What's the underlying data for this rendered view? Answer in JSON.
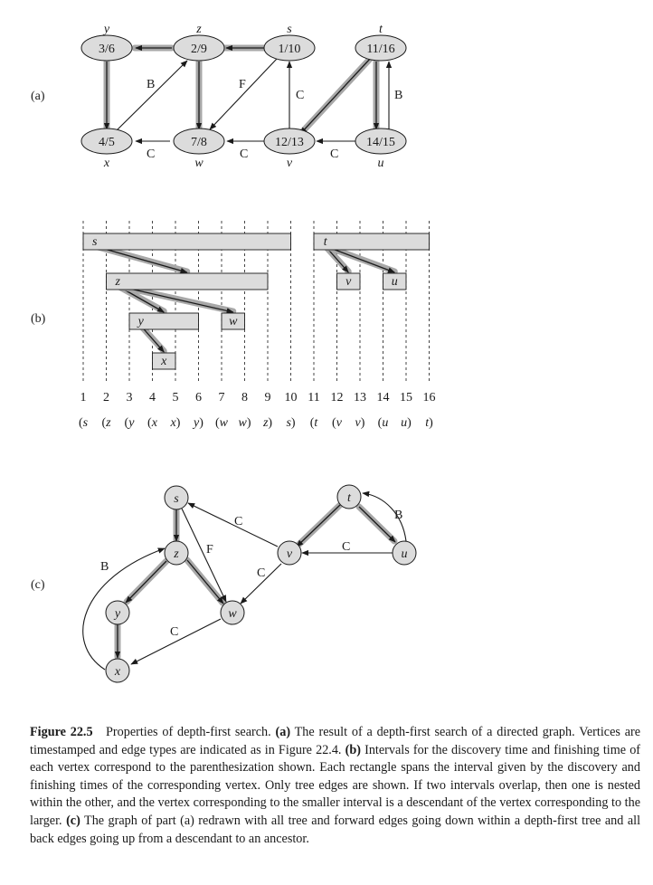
{
  "part_labels": {
    "a": "(a)",
    "b": "(b)",
    "c": "(c)"
  },
  "vertices": {
    "y": {
      "name": "y",
      "time": "3/6"
    },
    "z": {
      "name": "z",
      "time": "2/9"
    },
    "s": {
      "name": "s",
      "time": "1/10"
    },
    "t": {
      "name": "t",
      "time": "11/16"
    },
    "x": {
      "name": "x",
      "time": "4/5"
    },
    "w": {
      "name": "w",
      "time": "7/8"
    },
    "v": {
      "name": "v",
      "time": "12/13"
    },
    "u": {
      "name": "u",
      "time": "14/15"
    }
  },
  "edge_labels": {
    "back": "B",
    "forward": "F",
    "cross": "C"
  },
  "timeline": [
    "1",
    "2",
    "3",
    "4",
    "5",
    "6",
    "7",
    "8",
    "9",
    "10",
    "11",
    "12",
    "13",
    "14",
    "15",
    "16"
  ],
  "parenthesization": [
    {
      "sym": "(",
      "v": "s"
    },
    {
      "sym": "(",
      "v": "z"
    },
    {
      "sym": "(",
      "v": "y"
    },
    {
      "sym": "(",
      "v": "x"
    },
    {
      "sym": "",
      "v": "x",
      "close": ")"
    },
    {
      "sym": "",
      "v": "y",
      "close": ")"
    },
    {
      "sym": "(",
      "v": "w"
    },
    {
      "sym": "",
      "v": "w",
      "close": ")"
    },
    {
      "sym": "",
      "v": "z",
      "close": ")"
    },
    {
      "sym": "",
      "v": "s",
      "close": ")"
    },
    {
      "sym": "(",
      "v": "t"
    },
    {
      "sym": "(",
      "v": "v"
    },
    {
      "sym": "",
      "v": "v",
      "close": ")"
    },
    {
      "sym": "(",
      "v": "u"
    },
    {
      "sym": "",
      "v": "u",
      "close": ")"
    },
    {
      "sym": "",
      "v": "t",
      "close": ")"
    }
  ],
  "caption": {
    "title": "Figure 22.5",
    "intro": "Properties of depth-first search.",
    "a_tag": "(a)",
    "a_text": "The result of a depth-first search of a directed graph. Vertices are timestamped and edge types are indicated as in Figure 22.4.",
    "b_tag": "(b)",
    "b_text": "Intervals for the discovery time and finishing time of each vertex correspond to the parenthesization shown. Each rectangle spans the interval given by the discovery and finishing times of the corresponding vertex. Only tree edges are shown. If two intervals overlap, then one is nested within the other, and the vertex corresponding to the smaller interval is a descendant of the vertex corresponding to the larger.",
    "c_tag": "(c)",
    "c_text": "The graph of part (a) redrawn with all tree and forward edges going down within a depth-first tree and all back edges going up from a descendant to an ancestor."
  },
  "colors": {
    "node_fill": "#dcdcdc",
    "tree_edge": "#a8a8a8",
    "ink": "#1a1a1a"
  }
}
